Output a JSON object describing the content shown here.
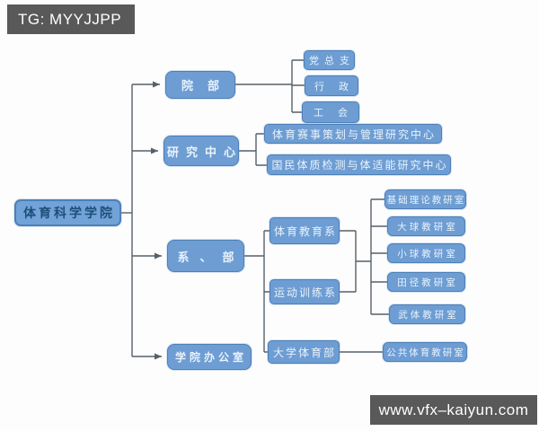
{
  "watermarks": {
    "top": "TG: MYYJJPP",
    "bottom": "www.vfx–kaiyun.com"
  },
  "colors": {
    "node_fill": "#6d9dd3",
    "node_border": "#4e80b7",
    "node_text": "#e9f2fb",
    "root_text": "#1f4e79",
    "connector_line": "#566069",
    "badge_background": "#595959",
    "badge_text": "#ffffff",
    "page_background": "#fdfdfd"
  },
  "org": {
    "root": "体育科学学院",
    "branches": [
      {
        "label": "院部",
        "children": [
          "党总支",
          "行政",
          "工会"
        ]
      },
      {
        "label": "研究中心",
        "children": [
          "体育赛事策划与管理研究中心",
          "国民体质检测与体适能研究中心"
        ]
      },
      {
        "label": "系、部",
        "children": [
          {
            "label": "体育教育系"
          },
          {
            "label": "运动训练系"
          },
          {
            "label": "大学体育部",
            "children": [
              "公共体育教研室"
            ]
          }
        ],
        "shared_offices": [
          "基础理论教研室",
          "大球教研室",
          "小球教研室",
          "田径教研室",
          "武体教研室"
        ]
      },
      {
        "label": "学院办公室"
      }
    ]
  }
}
